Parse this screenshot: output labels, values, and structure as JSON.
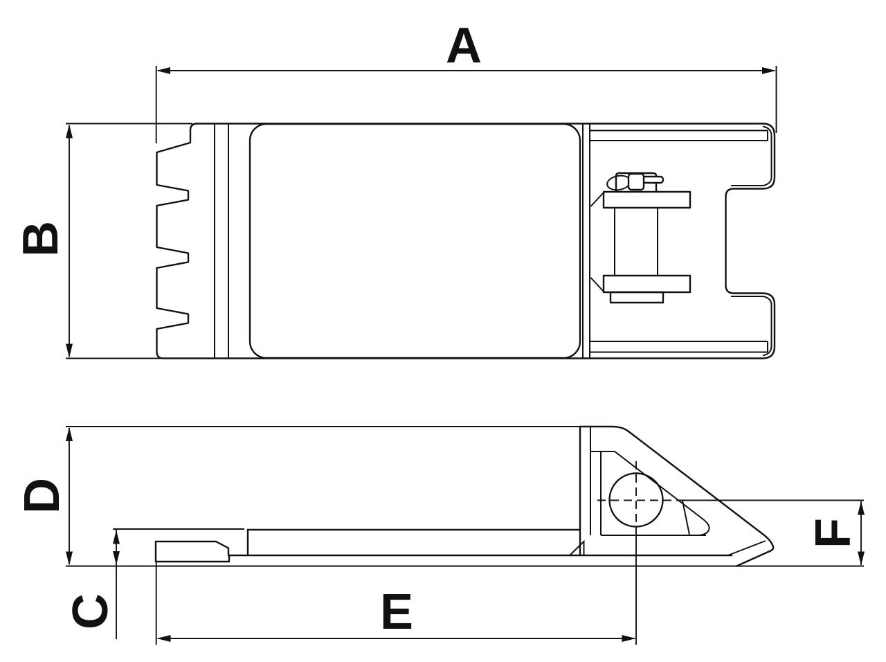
{
  "page": {
    "title": "Dimensioned technical drawing of a clamp bracket (top view and side view)",
    "background_color": "#ffffff",
    "line_color": "#111111"
  },
  "drawing": {
    "views": [
      {
        "name": "top-view",
        "description": "plan view with serrated ratchet edge, cover plate and pin with cotter"
      },
      {
        "name": "side-view",
        "description": "elevation with triangular gusset bracket and pin hole"
      }
    ],
    "dimensions": {
      "a": {
        "label": "A",
        "orientation": "horizontal",
        "measures": "overall length, top view"
      },
      "b": {
        "label": "B",
        "orientation": "vertical",
        "measures": "overall width, top view"
      },
      "c": {
        "label": "C",
        "orientation": "vertical",
        "measures": "plate thickness at left end, side view"
      },
      "d": {
        "label": "D",
        "orientation": "vertical",
        "measures": "overall height, side view"
      },
      "e": {
        "label": "E",
        "orientation": "horizontal",
        "measures": "left end to pin hole centre, side view"
      },
      "f": {
        "label": "F",
        "orientation": "vertical",
        "measures": "pin hole centre to base, side view"
      }
    }
  }
}
